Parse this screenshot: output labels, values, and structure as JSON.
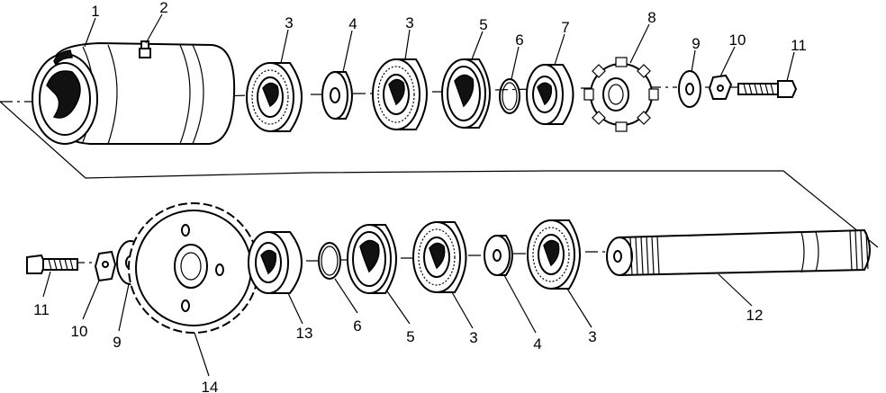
{
  "callouts": [
    {
      "id": "c1a",
      "text": "1"
    },
    {
      "id": "c2a",
      "text": "2"
    },
    {
      "id": "c3a",
      "text": "3"
    },
    {
      "id": "c4a",
      "text": "4"
    },
    {
      "id": "c3b",
      "text": "3"
    },
    {
      "id": "c5a",
      "text": "5"
    },
    {
      "id": "c6a",
      "text": "6"
    },
    {
      "id": "c7a",
      "text": "7"
    },
    {
      "id": "c8a",
      "text": "8"
    },
    {
      "id": "c9a",
      "text": "9"
    },
    {
      "id": "c10a",
      "text": "10"
    },
    {
      "id": "c11a",
      "text": "11"
    },
    {
      "id": "c11b",
      "text": "11"
    },
    {
      "id": "c10b",
      "text": "10"
    },
    {
      "id": "c9b",
      "text": "9"
    },
    {
      "id": "c14a",
      "text": "14"
    },
    {
      "id": "c13a",
      "text": "13"
    },
    {
      "id": "c6b",
      "text": "6"
    },
    {
      "id": "c5b",
      "text": "5"
    },
    {
      "id": "c3c",
      "text": "3"
    },
    {
      "id": "c4b",
      "text": "4"
    },
    {
      "id": "c3d",
      "text": "3"
    },
    {
      "id": "c12a",
      "text": "12"
    }
  ]
}
